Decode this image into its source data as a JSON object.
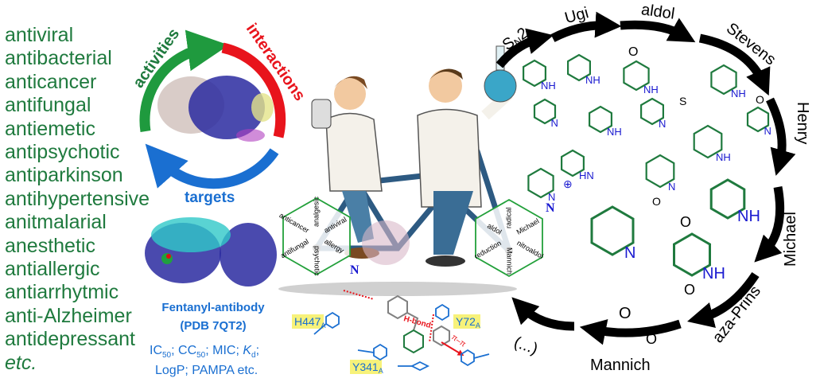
{
  "activities_list": [
    "antiviral",
    "antibacterial",
    "anticancer",
    "antifungal",
    "antiemetic",
    "antipsychotic",
    "antiparkinson",
    "antihypertensive",
    "anitmalarial",
    "anesthetic",
    "antiallergic",
    "antiarrhytmic",
    "anti-Alzheimer",
    "antidepressant",
    "etc."
  ],
  "cycle": {
    "activities": "activities",
    "interactions": "interactions",
    "targets": "targets"
  },
  "protein": {
    "name": "Fentanyl-antibody",
    "pdb": "(PDB 7QT2)"
  },
  "assays": {
    "ic": "IC",
    "sub50": "50",
    "cc": "; CC",
    "mic": "; MIC; ",
    "k": "K",
    "d": "d",
    "semi": ";",
    "line2": "LogP; PAMPA  etc."
  },
  "hex_left": {
    "labels": [
      "anticancer",
      "analgesic",
      "antiviral",
      "antifungal",
      "psychotic",
      "allergy"
    ],
    "atom": "N"
  },
  "hex_right": {
    "labels": [
      "aldol",
      "radical",
      "Michael",
      "reduction",
      "Mannich",
      "nitroaldol"
    ],
    "atom": "N"
  },
  "interactions": {
    "h447": "H447",
    "y72": "Y72",
    "y341": "Y341",
    "sub": "A",
    "hbond": "H-bond",
    "pipi": "π–π"
  },
  "reactions": {
    "sn2": "S",
    "sn2_sub": "N",
    "sn2_tail": "2",
    "ugi": "Ugi",
    "aldol": "aldol",
    "stevens": "Stevens",
    "henry": "Henry",
    "michael": "Michael",
    "aza_prins": "aza-Prins",
    "mannich": "Mannich",
    "more": "(...)"
  },
  "atoms": {
    "nh": "NH",
    "n": "N",
    "hn": "HN",
    "o": "O",
    "s": "S",
    "plus": "⊕"
  },
  "colors": {
    "green": "#1f7a3e",
    "red": "#e8141c",
    "blue": "#1a6fd1",
    "ring": "#1f7a3e",
    "atom_blue": "#1a1ad0"
  }
}
